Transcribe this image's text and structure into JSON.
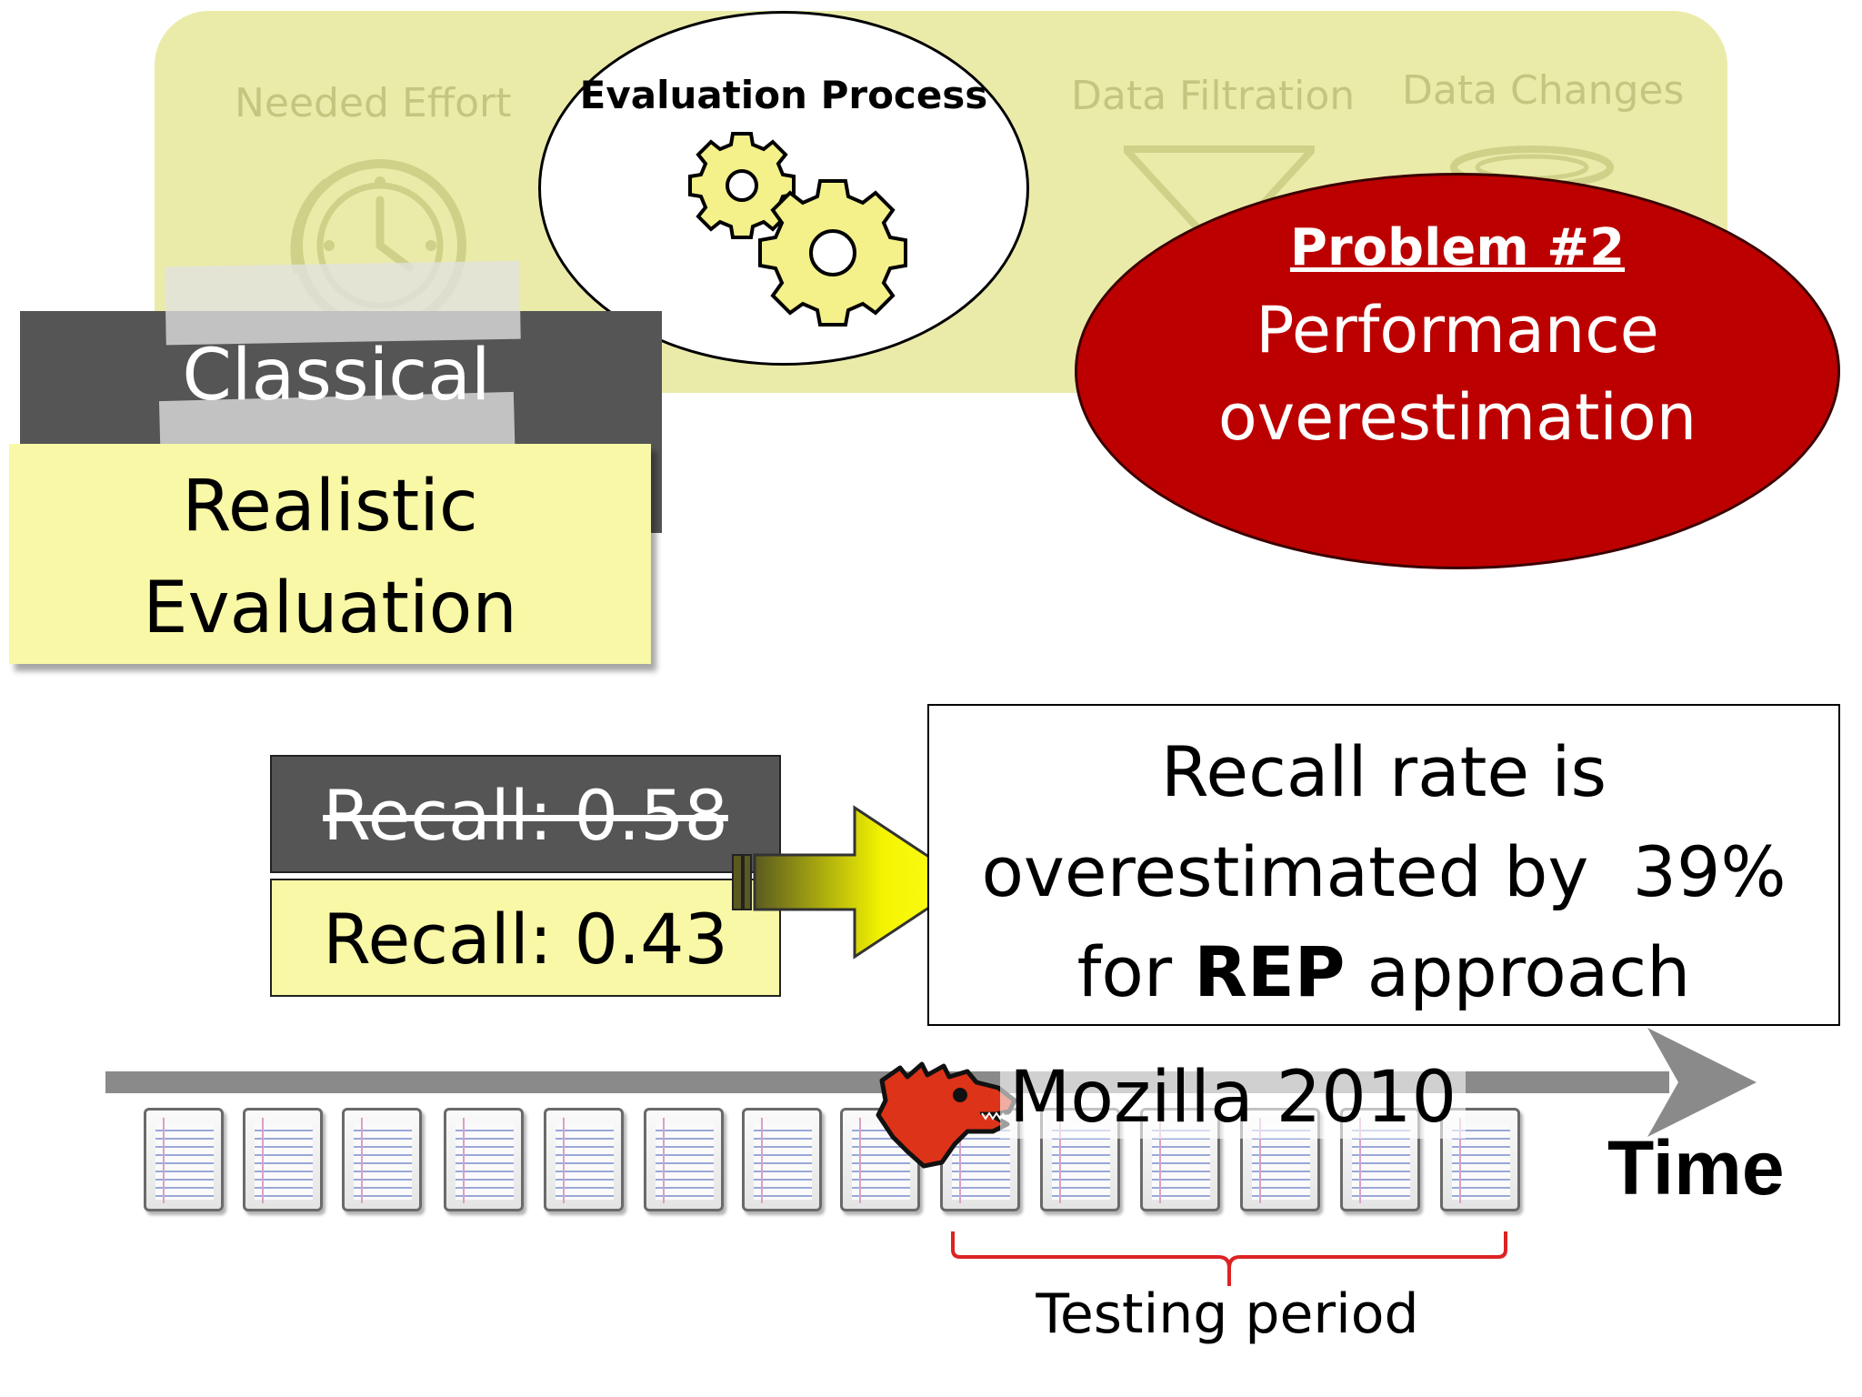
{
  "top_panel": {
    "faded_labels": [
      "Needed Effort",
      "Data Filtration",
      "Data Changes"
    ]
  },
  "evaluation_process": {
    "title": "Evaluation Process"
  },
  "problem": {
    "title": "Problem #2",
    "line1": "Performance",
    "line2": "overestimation"
  },
  "evaluation_types": {
    "classical": "Classical",
    "realistic_line1": "Realistic",
    "realistic_line2": "Evaluation"
  },
  "recall": {
    "old": "Recall: 0.58",
    "new": "Recall: 0.43"
  },
  "statement": {
    "line1": "Recall rate is",
    "line2": "overestimated by  39%",
    "line3_prefix": "for ",
    "line3_bold": "REP",
    "line3_suffix": " approach"
  },
  "timeline": {
    "mozilla_label": "Mozilla 2010",
    "time_label": "Time",
    "testing_label": "Testing period"
  },
  "colors": {
    "panel_yellow": "#e6e89a",
    "problem_red": "#bc0000",
    "realistic_yellow": "#f8f8a6",
    "classical_gray": "#555555",
    "gear_yellow": "#f4f08a",
    "bracket_red": "#dd2222",
    "mozilla_red": "#dd3318"
  },
  "icons": [
    "clock-icon",
    "funnel-icon",
    "database-icon",
    "gears-icon",
    "arrow-right-icon",
    "mozilla-dino-icon",
    "document-icon"
  ]
}
